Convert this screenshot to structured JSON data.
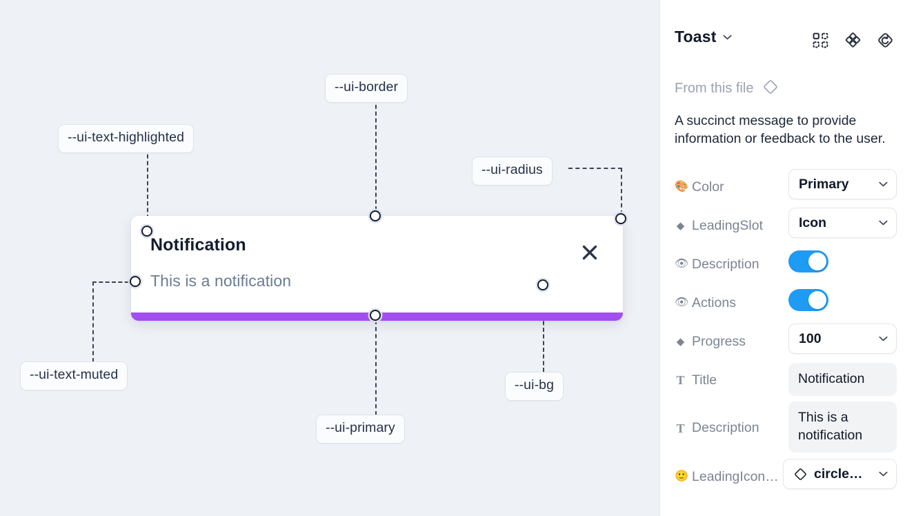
{
  "canvas": {
    "background_color": "#eef1f6",
    "tokens": [
      {
        "name": "ui-border",
        "label": "--ui-border"
      },
      {
        "name": "ui-text-highlighted",
        "label": "--ui-text-highlighted"
      },
      {
        "name": "ui-radius",
        "label": "--ui-radius"
      },
      {
        "name": "ui-text-muted",
        "label": "--ui-text-muted"
      },
      {
        "name": "ui-bg",
        "label": "--ui-bg"
      },
      {
        "name": "ui-primary",
        "label": "--ui-primary"
      }
    ]
  },
  "toast": {
    "title": "Notification",
    "description": "This is a notification",
    "close_icon": "close-icon",
    "progress_color": "#a24ef0",
    "title_color": "#131c2e",
    "description_color": "#6b7a94",
    "background_color": "#ffffff"
  },
  "panel": {
    "title": "Toast",
    "title_chevron_icon": "chevron-down-icon",
    "header_icons": [
      {
        "name": "component-grid-icon"
      },
      {
        "name": "component-diamonds-icon"
      },
      {
        "name": "reset-component-icon"
      }
    ],
    "from_this_file": {
      "label": "From this file",
      "icon": "diamond-icon"
    },
    "description": "A succinct message to provide information or feedback to the user.",
    "properties": [
      {
        "icon": "palette-emoji-icon",
        "glyph": "🎨",
        "label": "Color",
        "control": "select",
        "value": "Primary"
      },
      {
        "icon": "diamond-icon",
        "glyph": "◆",
        "label": "LeadingSlot",
        "control": "select",
        "value": "Icon"
      },
      {
        "icon": "eye-emoji-icon",
        "glyph": "👁",
        "label": "Description",
        "control": "toggle",
        "value": "on"
      },
      {
        "icon": "eye-emoji-icon",
        "glyph": "👁",
        "label": "Actions",
        "control": "toggle",
        "value": "on"
      },
      {
        "icon": "diamond-icon",
        "glyph": "◆",
        "label": "Progress",
        "control": "select",
        "value": "100"
      },
      {
        "icon": "text-type-icon",
        "glyph": "T",
        "label": "Title",
        "control": "text",
        "value": "Notification"
      },
      {
        "icon": "text-type-icon",
        "glyph": "T",
        "label": "Description",
        "control": "text",
        "value": "This is a notification"
      },
      {
        "icon": "smiley-emoji-icon",
        "glyph": "🙂",
        "label": "LeadingIcon…",
        "control": "icon-select",
        "value": "circle…"
      }
    ],
    "accent_toggle_color": "#1e9bf5"
  }
}
